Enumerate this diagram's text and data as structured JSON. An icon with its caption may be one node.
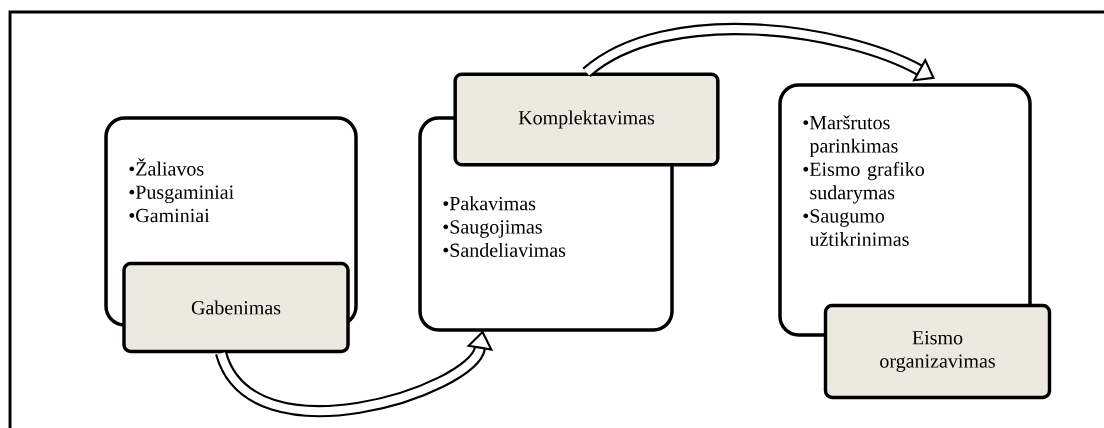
{
  "diagram": {
    "nodes": [
      {
        "text": [
          "•Žaliavos",
          "•Pusgaminiai",
          "•Gaminiai"
        ]
      },
      {
        "text": [
          "Gabenimas"
        ]
      },
      {
        "text": [
          "•Pakavimas",
          "•Saugojimas",
          "•Sandeliavimas"
        ]
      },
      {
        "text": [
          "Komplektavimas"
        ]
      },
      {
        "text": [
          "•Maršrutos parinkimas",
          "•Eismo grafiko sudarymas",
          "•Saugumo užtikrinimas"
        ]
      },
      {
        "text": [
          "Eismo organizavimas"
        ]
      }
    ],
    "edges": [
      {
        "from": 1,
        "to": 2,
        "arrow": "to"
      },
      {
        "from": 3,
        "to": 4,
        "arrow": "to"
      }
    ]
  }
}
